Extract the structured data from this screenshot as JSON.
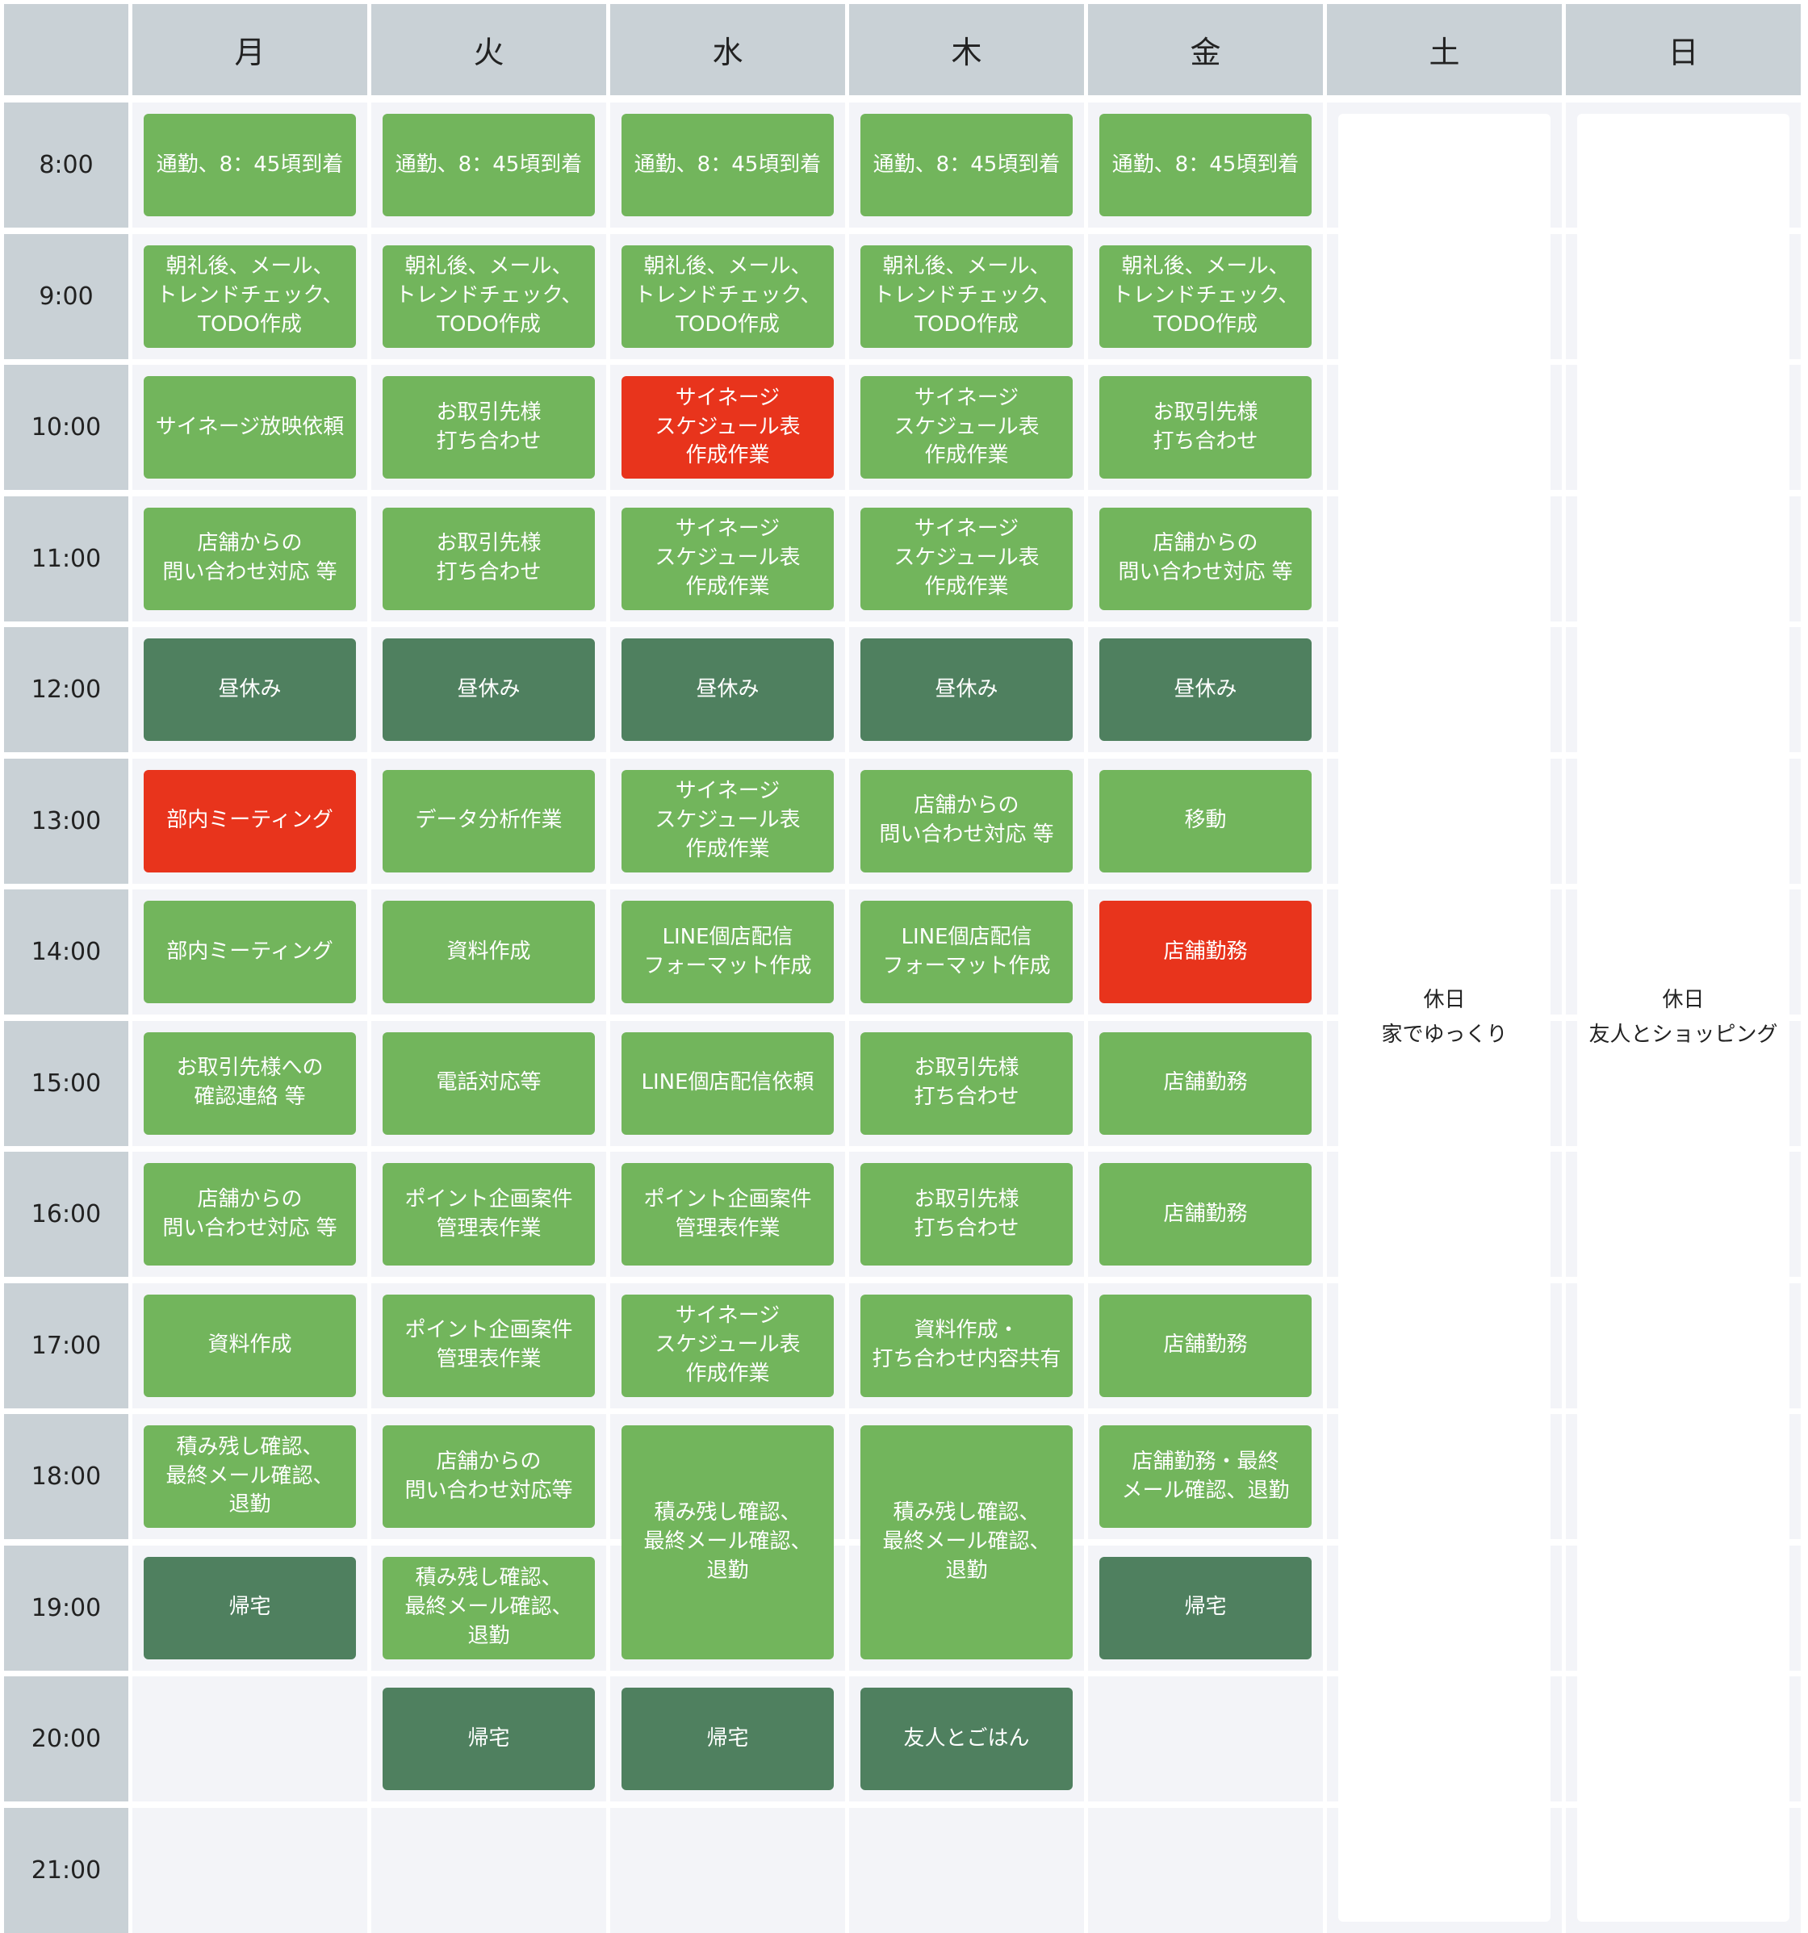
{
  "days": [
    "月",
    "火",
    "水",
    "木",
    "金",
    "土",
    "日"
  ],
  "times": [
    "8:00",
    "9:00",
    "10:00",
    "11:00",
    "12:00",
    "13:00",
    "14:00",
    "15:00",
    "16:00",
    "17:00",
    "18:00",
    "19:00",
    "20:00",
    "21:00"
  ],
  "events": [
    {
      "day": 0,
      "start": 0,
      "span": 1,
      "type": "light",
      "text": "通勤、8：45頃到着"
    },
    {
      "day": 0,
      "start": 1,
      "span": 1,
      "type": "light",
      "text": "朝礼後、メール、\nトレンドチェック、\nTODO作成"
    },
    {
      "day": 0,
      "start": 2,
      "span": 1,
      "type": "light",
      "text": "サイネージ放映依頼"
    },
    {
      "day": 0,
      "start": 3,
      "span": 1,
      "type": "light",
      "text": "店舗からの\n問い合わせ対応 等"
    },
    {
      "day": 0,
      "start": 4,
      "span": 1,
      "type": "dark",
      "text": "昼休み"
    },
    {
      "day": 0,
      "start": 5,
      "span": 1,
      "type": "red",
      "text": "部内ミーティング"
    },
    {
      "day": 0,
      "start": 6,
      "span": 1,
      "type": "light",
      "text": "部内ミーティング"
    },
    {
      "day": 0,
      "start": 7,
      "span": 1,
      "type": "light",
      "text": "お取引先様への\n確認連絡 等"
    },
    {
      "day": 0,
      "start": 8,
      "span": 1,
      "type": "light",
      "text": "店舗からの\n問い合わせ対応 等"
    },
    {
      "day": 0,
      "start": 9,
      "span": 1,
      "type": "light",
      "text": "資料作成"
    },
    {
      "day": 0,
      "start": 10,
      "span": 1,
      "type": "light",
      "text": "積み残し確認、\n最終メール確認、\n退勤"
    },
    {
      "day": 0,
      "start": 11,
      "span": 1,
      "type": "dark",
      "text": "帰宅"
    },
    {
      "day": 1,
      "start": 0,
      "span": 1,
      "type": "light",
      "text": "通勤、8：45頃到着"
    },
    {
      "day": 1,
      "start": 1,
      "span": 1,
      "type": "light",
      "text": "朝礼後、メール、\nトレンドチェック、\nTODO作成"
    },
    {
      "day": 1,
      "start": 2,
      "span": 1,
      "type": "light",
      "text": "お取引先様\n打ち合わせ"
    },
    {
      "day": 1,
      "start": 3,
      "span": 1,
      "type": "light",
      "text": "お取引先様\n打ち合わせ"
    },
    {
      "day": 1,
      "start": 4,
      "span": 1,
      "type": "dark",
      "text": "昼休み"
    },
    {
      "day": 1,
      "start": 5,
      "span": 1,
      "type": "light",
      "text": "データ分析作業"
    },
    {
      "day": 1,
      "start": 6,
      "span": 1,
      "type": "light",
      "text": "資料作成"
    },
    {
      "day": 1,
      "start": 7,
      "span": 1,
      "type": "light",
      "text": "電話対応等"
    },
    {
      "day": 1,
      "start": 8,
      "span": 1,
      "type": "light",
      "text": "ポイント企画案件\n管理表作業"
    },
    {
      "day": 1,
      "start": 9,
      "span": 1,
      "type": "light",
      "text": "ポイント企画案件\n管理表作業"
    },
    {
      "day": 1,
      "start": 10,
      "span": 1,
      "type": "light",
      "text": "店舗からの\n問い合わせ対応等"
    },
    {
      "day": 1,
      "start": 11,
      "span": 1,
      "type": "light",
      "text": "積み残し確認、\n最終メール確認、\n退勤"
    },
    {
      "day": 1,
      "start": 12,
      "span": 1,
      "type": "dark",
      "text": "帰宅"
    },
    {
      "day": 2,
      "start": 0,
      "span": 1,
      "type": "light",
      "text": "通勤、8：45頃到着"
    },
    {
      "day": 2,
      "start": 1,
      "span": 1,
      "type": "light",
      "text": "朝礼後、メール、\nトレンドチェック、\nTODO作成"
    },
    {
      "day": 2,
      "start": 2,
      "span": 1,
      "type": "red",
      "text": "サイネージ\nスケジュール表\n作成作業"
    },
    {
      "day": 2,
      "start": 3,
      "span": 1,
      "type": "light",
      "text": "サイネージ\nスケジュール表\n作成作業"
    },
    {
      "day": 2,
      "start": 4,
      "span": 1,
      "type": "dark",
      "text": "昼休み"
    },
    {
      "day": 2,
      "start": 5,
      "span": 1,
      "type": "light",
      "text": "サイネージ\nスケジュール表\n作成作業"
    },
    {
      "day": 2,
      "start": 6,
      "span": 1,
      "type": "light",
      "text": "LINE個店配信\nフォーマット作成"
    },
    {
      "day": 2,
      "start": 7,
      "span": 1,
      "type": "light",
      "text": "LINE個店配信依頼"
    },
    {
      "day": 2,
      "start": 8,
      "span": 1,
      "type": "light",
      "text": "ポイント企画案件\n管理表作業"
    },
    {
      "day": 2,
      "start": 9,
      "span": 1,
      "type": "light",
      "text": "サイネージ\nスケジュール表\n作成作業"
    },
    {
      "day": 2,
      "start": 10,
      "span": 2,
      "type": "light",
      "text": "積み残し確認、\n最終メール確認、\n退勤"
    },
    {
      "day": 2,
      "start": 12,
      "span": 1,
      "type": "dark",
      "text": "帰宅"
    },
    {
      "day": 3,
      "start": 0,
      "span": 1,
      "type": "light",
      "text": "通勤、8：45頃到着"
    },
    {
      "day": 3,
      "start": 1,
      "span": 1,
      "type": "light",
      "text": "朝礼後、メール、\nトレンドチェック、\nTODO作成"
    },
    {
      "day": 3,
      "start": 2,
      "span": 1,
      "type": "light",
      "text": "サイネージ\nスケジュール表\n作成作業"
    },
    {
      "day": 3,
      "start": 3,
      "span": 1,
      "type": "light",
      "text": "サイネージ\nスケジュール表\n作成作業"
    },
    {
      "day": 3,
      "start": 4,
      "span": 1,
      "type": "dark",
      "text": "昼休み"
    },
    {
      "day": 3,
      "start": 5,
      "span": 1,
      "type": "light",
      "text": "店舗からの\n問い合わせ対応 等"
    },
    {
      "day": 3,
      "start": 6,
      "span": 1,
      "type": "light",
      "text": "LINE個店配信\nフォーマット作成"
    },
    {
      "day": 3,
      "start": 7,
      "span": 1,
      "type": "light",
      "text": "お取引先様\n打ち合わせ"
    },
    {
      "day": 3,
      "start": 8,
      "span": 1,
      "type": "light",
      "text": "お取引先様\n打ち合わせ"
    },
    {
      "day": 3,
      "start": 9,
      "span": 1,
      "type": "light",
      "text": "資料作成・\n打ち合わせ内容共有"
    },
    {
      "day": 3,
      "start": 10,
      "span": 2,
      "type": "light",
      "text": "積み残し確認、\n最終メール確認、\n退勤"
    },
    {
      "day": 3,
      "start": 12,
      "span": 1,
      "type": "dark",
      "text": "友人とごはん"
    },
    {
      "day": 4,
      "start": 0,
      "span": 1,
      "type": "light",
      "text": "通勤、8：45頃到着"
    },
    {
      "day": 4,
      "start": 1,
      "span": 1,
      "type": "light",
      "text": "朝礼後、メール、\nトレンドチェック、\nTODO作成"
    },
    {
      "day": 4,
      "start": 2,
      "span": 1,
      "type": "light",
      "text": "お取引先様\n打ち合わせ"
    },
    {
      "day": 4,
      "start": 3,
      "span": 1,
      "type": "light",
      "text": "店舗からの\n問い合わせ対応 等"
    },
    {
      "day": 4,
      "start": 4,
      "span": 1,
      "type": "dark",
      "text": "昼休み"
    },
    {
      "day": 4,
      "start": 5,
      "span": 1,
      "type": "light",
      "text": "移動"
    },
    {
      "day": 4,
      "start": 6,
      "span": 1,
      "type": "red",
      "text": "店舗勤務"
    },
    {
      "day": 4,
      "start": 7,
      "span": 1,
      "type": "light",
      "text": "店舗勤務"
    },
    {
      "day": 4,
      "start": 8,
      "span": 1,
      "type": "light",
      "text": "店舗勤務"
    },
    {
      "day": 4,
      "start": 9,
      "span": 1,
      "type": "light",
      "text": "店舗勤務"
    },
    {
      "day": 4,
      "start": 10,
      "span": 1,
      "type": "light",
      "text": "店舗勤務・最終\nメール確認、退勤"
    },
    {
      "day": 4,
      "start": 11,
      "span": 1,
      "type": "dark",
      "text": "帰宅"
    }
  ],
  "days_off": [
    {
      "day": 5,
      "text": "休日\n家でゆっくり"
    },
    {
      "day": 6,
      "text": "休日\n友人とショッピング"
    }
  ],
  "colors": {
    "light_green": "#72b55c",
    "dark_green": "#4f805f",
    "red": "#e8341c",
    "header_gray": "#c9d1d6",
    "cell_bg": "#f3f4f8"
  }
}
